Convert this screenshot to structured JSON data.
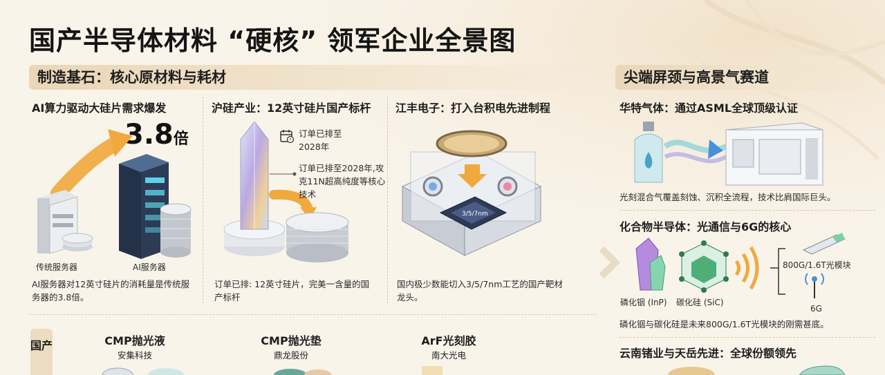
{
  "title": "国产半导体材料 “硬核” 领军企业全景图",
  "left_section": {
    "header": "制造基石：核心原材料与耗材",
    "cards": [
      {
        "title": "AI算力驱动大硅片需求爆发",
        "big_number": "3.8",
        "big_unit": "倍",
        "label_left": "传统服务器",
        "label_right": "AI服务器",
        "desc": "AI服务器对12英寸硅片的消耗量是传统服务器的3.8倍。"
      },
      {
        "title": "沪硅产业：12英寸硅片国产标杆",
        "callout_1": "订单已排至2028年",
        "callout_2": "订单已排至2028年,攻克11N超高纯度等核心技术",
        "desc": "订单已排: 12英寸硅片，完美一含量的国产标杆"
      },
      {
        "title": "江丰电子：打入台积电先进制程",
        "chip_label": "3/5/7nm",
        "desc": "国内极少数能切入3/5/7nm工艺的国产靶材龙头。"
      }
    ],
    "bottom_vertical_label": "国产",
    "bottom_items": [
      {
        "name": "CMP抛光液",
        "company": "安集科技"
      },
      {
        "name": "CMP抛光垫",
        "company": "鼎龙股份"
      },
      {
        "name": "ArF光刻胶",
        "company": "南大光电"
      }
    ]
  },
  "right_section": {
    "header": "尖端屏颈与高景气赛道",
    "cards": [
      {
        "title": "华特气体：通过ASML全球顶级认证",
        "desc": "光刻混合气覆盖刻蚀、沉积全流程，技术比肩国际巨头。"
      },
      {
        "title": "化合物半导体：光通信与6G的核心",
        "label_inp": "磷化铟 (InP)",
        "label_sic": "碳化硅 (SiC)",
        "label_module": "800G/1.6T光模块",
        "label_6g": "6G",
        "desc": "磷化铟与碳化硅是未来800G/1.6T光模块的刚需甚底。"
      },
      {
        "title": "云南锗业与天岳先进：全球份额领先"
      }
    ]
  },
  "colors": {
    "background": "#f9f4ea",
    "header_band": "#ead6b8",
    "accent_arrow": "#f0a93c",
    "server_dark": "#2d3b55",
    "divider": "#d6c6aa"
  },
  "icons": [
    "growth-arrow-icon",
    "server-icon",
    "wafer-icon",
    "crystal-icon",
    "calendar-icon",
    "chamber-icon",
    "chip-icon",
    "gas-cylinder-icon",
    "lithography-machine-icon",
    "gem-icon",
    "lattice-icon",
    "signal-waves-icon",
    "optical-module-icon",
    "antenna-icon"
  ]
}
